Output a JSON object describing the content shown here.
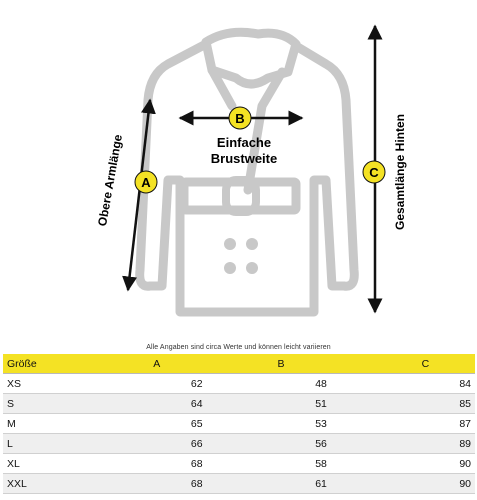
{
  "measures": {
    "A": {
      "badge": "A",
      "label": "Obere Armlänge"
    },
    "B": {
      "badge": "B",
      "label_line1": "Einfache",
      "label_line2": "Brustweite"
    },
    "C": {
      "badge": "C",
      "label": "Gesamtlänge Hinten"
    }
  },
  "note": "Alle Angaben sind circa Werte und können leicht variieren",
  "table": {
    "headers": [
      "Größe",
      "A",
      "B",
      "C"
    ],
    "rows": [
      [
        "XS",
        "62",
        "48",
        "84"
      ],
      [
        "S",
        "64",
        "51",
        "85"
      ],
      [
        "M",
        "65",
        "53",
        "87"
      ],
      [
        "L",
        "66",
        "56",
        "89"
      ],
      [
        "XL",
        "68",
        "58",
        "90"
      ],
      [
        "XXL",
        "68",
        "61",
        "90"
      ]
    ]
  },
  "colors": {
    "accent_yellow": "#f4e224",
    "outline_gray": "#c8c8c8",
    "arrow": "#111111"
  }
}
